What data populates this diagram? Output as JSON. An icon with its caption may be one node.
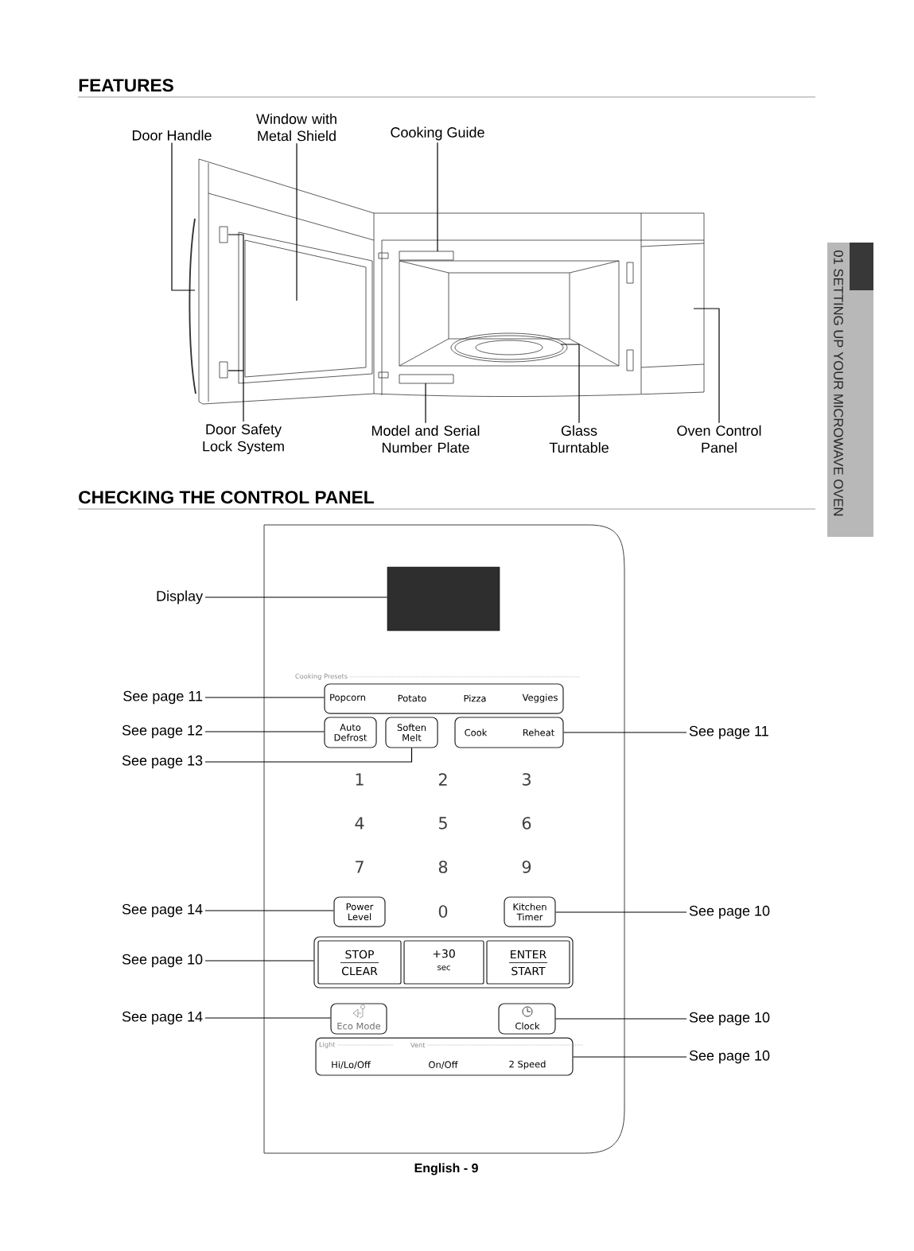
{
  "diagram": {
    "title": "FEATURES",
    "nodes": [
      {
        "text": [
          "Door Handle"
        ]
      },
      {
        "text": [
          "Window with Metal Shield"
        ]
      },
      {
        "text": [
          "Cooking Guide"
        ]
      },
      {
        "text": [
          "Door Safety Lock System"
        ]
      },
      {
        "text": [
          "Model and Serial Number Plate"
        ]
      },
      {
        "text": [
          "Glass Turntable"
        ]
      },
      {
        "text": [
          "Oven Control Panel"
        ]
      },
      {
        "text": [
          "Display"
        ]
      },
      {
        "text": [
          "See page 11"
        ]
      },
      {
        "text": [
          "See page 12"
        ]
      },
      {
        "text": [
          "See page 13"
        ]
      },
      {
        "text": [
          "See page 14"
        ]
      },
      {
        "text": [
          "See page 10"
        ]
      },
      {
        "text": [
          "See page 14"
        ]
      },
      {
        "text": [],
        "shape": "box"
      },
      {
        "text": [],
        "shape": "box",
        "in": 14
      },
      {
        "text": [
          "Cooking Presets",
          "Popcorn",
          "Potato",
          "Pizza",
          "Veggies"
        ],
        "in": 14
      },
      {
        "text": [
          "Auto Defrost"
        ],
        "in": 14
      },
      {
        "text": [
          "Soften Melt"
        ],
        "in": 14
      },
      {
        "text": [
          "Cook",
          "Reheat"
        ],
        "in": 14
      },
      {
        "text": [
          "Power Level"
        ],
        "in": 14
      },
      {
        "text": [
          "Kitchen Timer"
        ],
        "in": 14
      },
      {
        "text": [],
        "shape": "box",
        "in": 14
      },
      {
        "text": [
          "STOP",
          "CLEAR"
        ],
        "in": 22
      },
      {
        "text": [
          "+30",
          "sec"
        ],
        "in": 22
      },
      {
        "text": [
          "ENTER",
          "START"
        ],
        "in": 22
      },
      {
        "text": [
          "Eco Mode"
        ],
        "in": 14
      },
      {
        "text": [
          "Clock"
        ],
        "in": 14
      },
      {
        "text": [
          "Light",
          "Vent",
          "Hi/Lo/Off",
          "On/Off",
          "2 Speed"
        ],
        "in": 14
      },
      {
        "text": [
          "See page 11"
        ]
      },
      {
        "text": [
          "See page 10"
        ]
      },
      {
        "text": [
          "See page 10"
        ]
      },
      {
        "text": [
          "See page 10"
        ]
      }
    ],
    "edges": [
      {
        "from": 0,
        "to": null,
        "arrow": "none"
      },
      {
        "from": 1,
        "to": null,
        "arrow": "none"
      },
      {
        "from": 2,
        "to": null,
        "arrow": "none"
      },
      {
        "from": 3,
        "to": null,
        "arrow": "none"
      },
      {
        "from": 4,
        "to": null,
        "arrow": "none"
      },
      {
        "from": 5,
        "to": null,
        "arrow": "none"
      },
      {
        "from": 6,
        "to": null,
        "arrow": "none"
      },
      {
        "from": 7,
        "to": 15,
        "arrow": "none"
      },
      {
        "from": 8,
        "to": 16,
        "arrow": "none"
      },
      {
        "from": 9,
        "to": 17,
        "arrow": "none"
      },
      {
        "from": 10,
        "to": 18,
        "arrow": "none"
      },
      {
        "from": 11,
        "to": 20,
        "arrow": "none"
      },
      {
        "from": 12,
        "to": 22,
        "arrow": "none"
      },
      {
        "from": 13,
        "to": 26,
        "arrow": "none"
      },
      {
        "from": 29,
        "to": 19,
        "arrow": "none"
      },
      {
        "from": 30,
        "to": 21,
        "arrow": "none"
      },
      {
        "from": 31,
        "to": 27,
        "arrow": "none"
      },
      {
        "from": 32,
        "to": 28,
        "arrow": "none"
      }
    ],
    "labels": [
      "01 SETTING UP YOUR MICROWAVE OVEN",
      "CHECKING THE CONTROL PANEL",
      "1",
      "2",
      "3",
      "4",
      "5",
      "6",
      "7",
      "8",
      "9",
      "0",
      "English - 9"
    ]
  }
}
